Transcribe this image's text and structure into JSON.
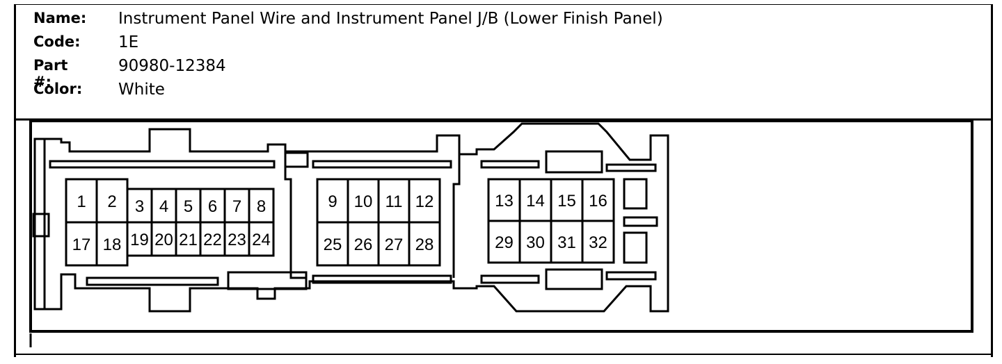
{
  "header": {
    "name_label": "Name:",
    "name_value": "Instrument Panel Wire and Instrument Panel J/B (Lower Finish Panel)",
    "code_label": "Code:",
    "code_value": "1E",
    "part_label": "Part #:",
    "part_value": "90980-12384",
    "color_label": "Color:",
    "color_value": "White"
  },
  "connector": {
    "pins_top_left": [
      "1",
      "2",
      "3",
      "4",
      "5",
      "6",
      "7",
      "8"
    ],
    "pins_bottom_left": [
      "17",
      "18",
      "19",
      "20",
      "21",
      "22",
      "23",
      "24"
    ],
    "pins_top_middle": [
      "9",
      "10",
      "11",
      "12"
    ],
    "pins_bottom_middle": [
      "25",
      "26",
      "27",
      "28"
    ],
    "pins_top_right": [
      "13",
      "14",
      "15",
      "16"
    ],
    "pins_bottom_right": [
      "29",
      "30",
      "31",
      "32"
    ]
  }
}
